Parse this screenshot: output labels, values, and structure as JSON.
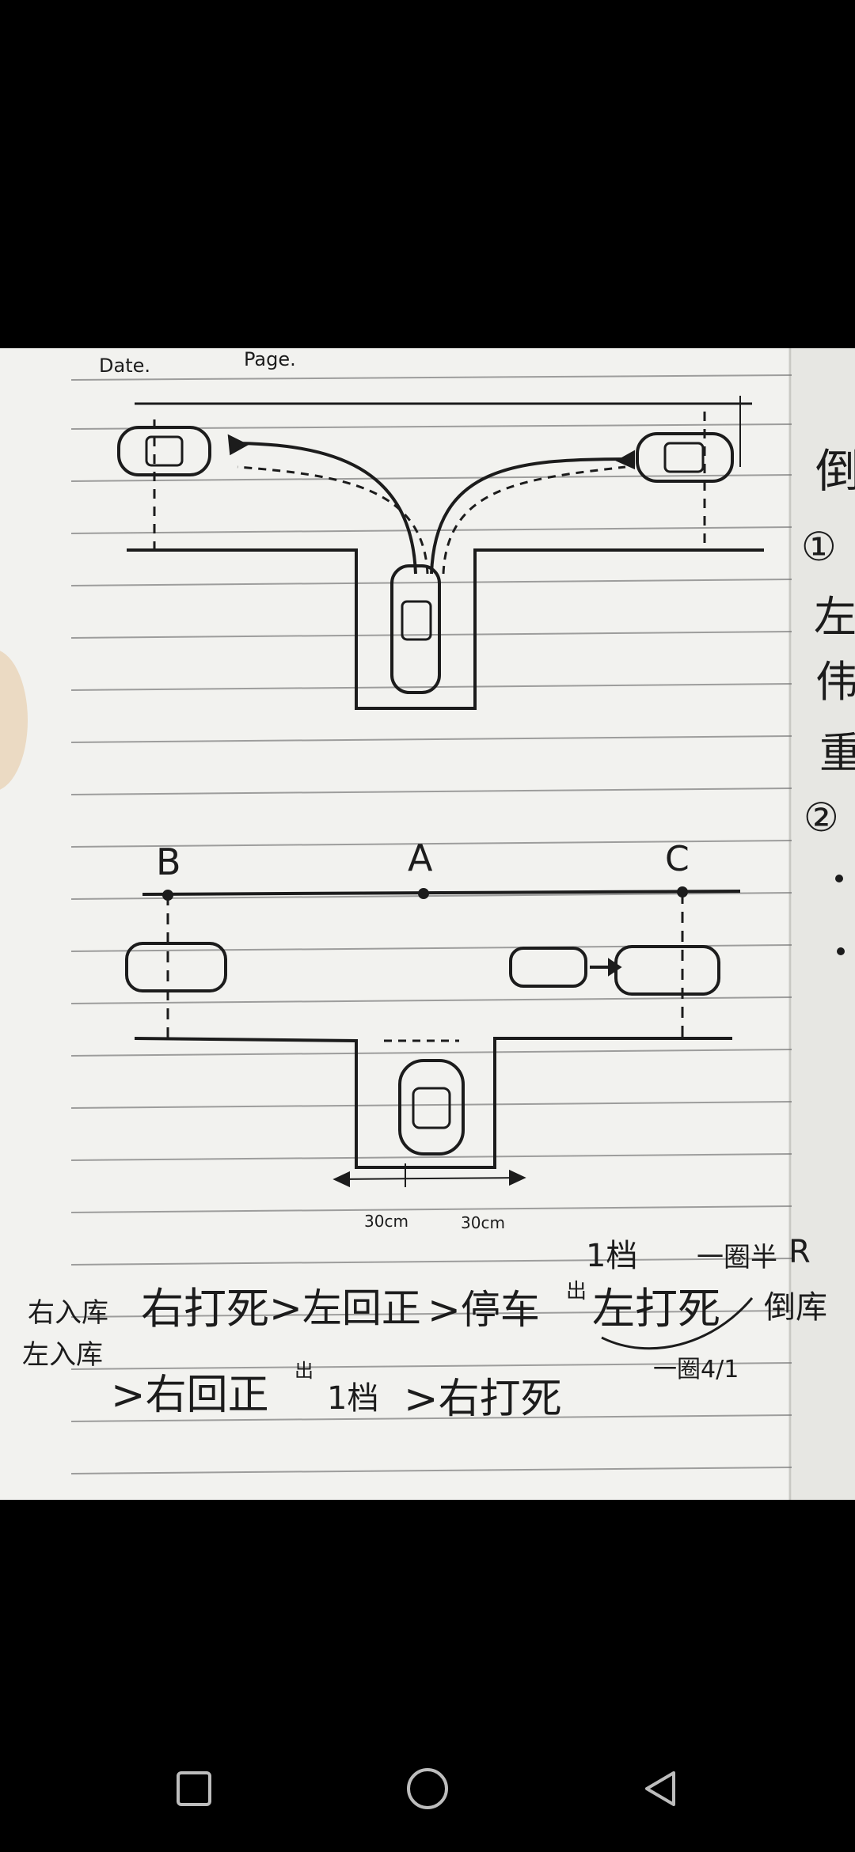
{
  "notebook": {
    "header_date": "Date.",
    "header_page": "Page."
  },
  "diagram": {
    "label_b": "B",
    "label_a": "A",
    "label_c": "C",
    "gap_left": "30cm",
    "gap_right": "30cm"
  },
  "notes": {
    "line1_title": "右入库",
    "line1_step1": "右打死",
    "line1_step2": ">左回正",
    "line1_step3": ">停车",
    "line1_exit": "出",
    "line1_gear": "1档",
    "line1_step4": "左打死",
    "line1_half": "一圈半",
    "line1_r": "R",
    "line1_reverse": "倒库",
    "line1_quarter": "一圈4/1",
    "line2_title": "左入库",
    "line2_step1": ">右回正",
    "line2_exit": "出",
    "line2_gear": "1档",
    "line2_step2": ">右打死"
  },
  "side_page": {
    "char_top": "倒",
    "circle1": "①",
    "char2": "左",
    "char3": "伟",
    "char4": "重",
    "circle2": "②"
  },
  "navbar": {
    "icons": [
      "square-icon",
      "circle-icon",
      "triangle-back-icon"
    ]
  }
}
